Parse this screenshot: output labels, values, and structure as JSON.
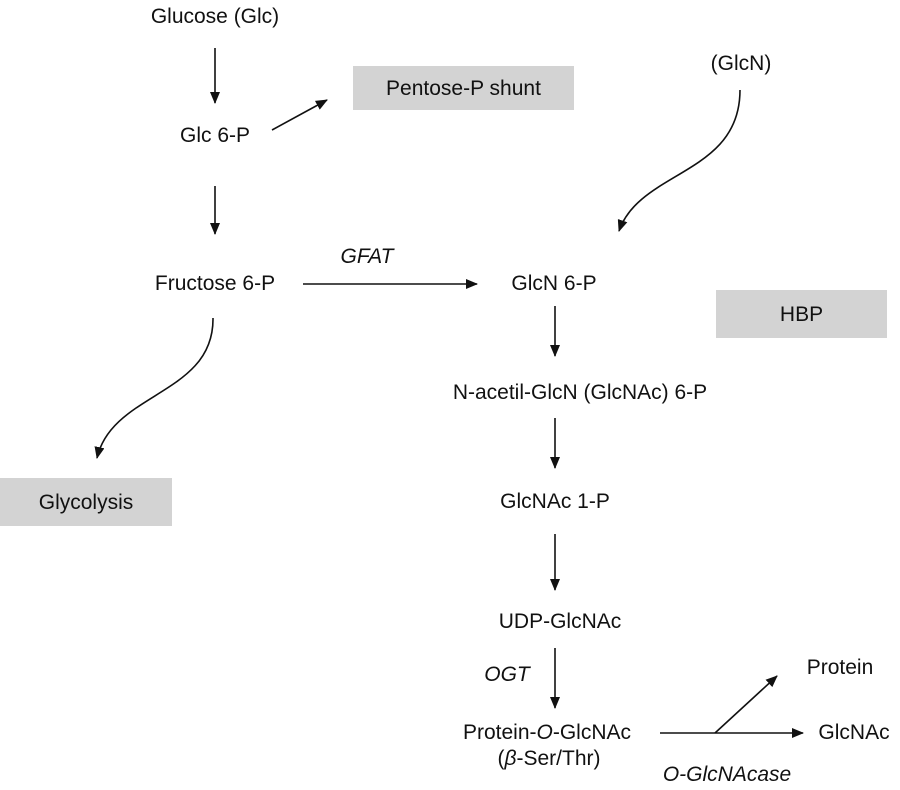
{
  "nodes": {
    "glucose": "Glucose (Glc)",
    "glc6p": "Glc 6-P",
    "fructose6p": "Fructose 6-P",
    "glcn": "(GlcN)",
    "glcn6p": "GlcN 6-P",
    "glcnac6p": "N-acetil-GlcN (GlcNAc) 6-P",
    "glcnac1p": "GlcNAc 1-P",
    "udpglcnac": "UDP-GlcNAc",
    "protein_oglcnac_pre": "Protein-",
    "protein_oglcnac_o": "O",
    "protein_oglcnac_post": "-GlcNAc",
    "ser_thr_open": "(",
    "ser_thr_beta": "β",
    "ser_thr_rest": "-Ser/Thr)",
    "protein": "Protein",
    "glcnac": "GlcNAc"
  },
  "pathways": {
    "pentose": "Pentose-P shunt",
    "hbp": "HBP",
    "glycolysis": "Glycolysis"
  },
  "enzymes": {
    "gfat": "GFAT",
    "ogt": "OGT",
    "oglcnacase": "O-GlcNAcase"
  }
}
